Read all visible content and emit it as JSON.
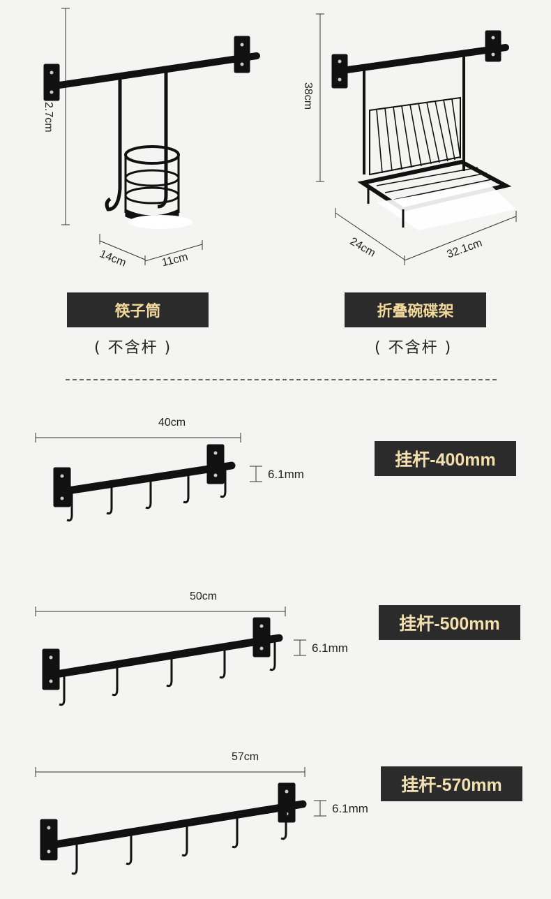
{
  "products": [
    {
      "name": "筷子筒",
      "note": "( 不含杆 )",
      "dims": {
        "height": "2.7cm",
        "depth": "14cm",
        "width": "11cm"
      }
    },
    {
      "name": "折叠碗碟架",
      "note": "( 不含杆 )",
      "dims": {
        "height": "38cm",
        "depth": "24cm",
        "width": "32.1cm"
      }
    }
  ],
  "rods": [
    {
      "label": "挂杆-400mm",
      "length": "40cm",
      "diameter": "6.1mm"
    },
    {
      "label": "挂杆-500mm",
      "length": "50cm",
      "diameter": "6.1mm"
    },
    {
      "label": "挂杆-570mm",
      "length": "57cm",
      "diameter": "6.1mm"
    }
  ],
  "colors": {
    "label_bg": "#2b2b2b",
    "label_text": "#f1d79a",
    "product_black": "#111111",
    "background": "#f4f4f2"
  }
}
